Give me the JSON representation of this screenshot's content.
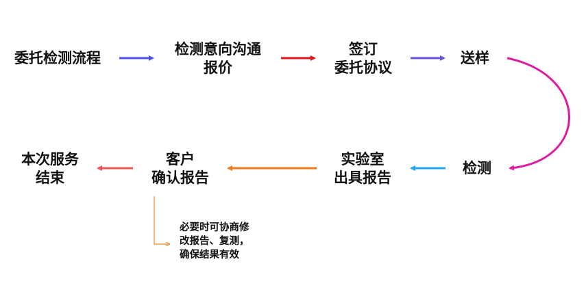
{
  "steps": {
    "process": {
      "label": "委托检测流程"
    },
    "quote": {
      "line1": "检测意向沟通",
      "line2": "报价"
    },
    "sign": {
      "line1": "签订",
      "line2": "委托协议"
    },
    "send": {
      "label": "送样"
    },
    "test": {
      "label": "检测"
    },
    "lab_report": {
      "line1": "实验室",
      "line2": "出具报告"
    },
    "confirm": {
      "line1": "客户",
      "line2": "确认报告"
    },
    "end": {
      "line1": "本次服务",
      "line2": "结束"
    }
  },
  "note": {
    "line1": "必要时可协商修",
    "line2": "改报告、复测，",
    "line3": "确保结果有效"
  },
  "colors": {
    "arrow_process_to_quote": "#4b4ee8",
    "arrow_quote_to_sign": "#e0141e",
    "arrow_sign_to_send": "#6a4fd8",
    "arrow_send_to_test": "#e0199f",
    "arrow_test_to_lab": "#20a4f0",
    "arrow_lab_to_confirm": "#f07a1a",
    "arrow_confirm_to_end": "#ef5552",
    "note_connector": "#f08a2a",
    "text": "#111111"
  }
}
